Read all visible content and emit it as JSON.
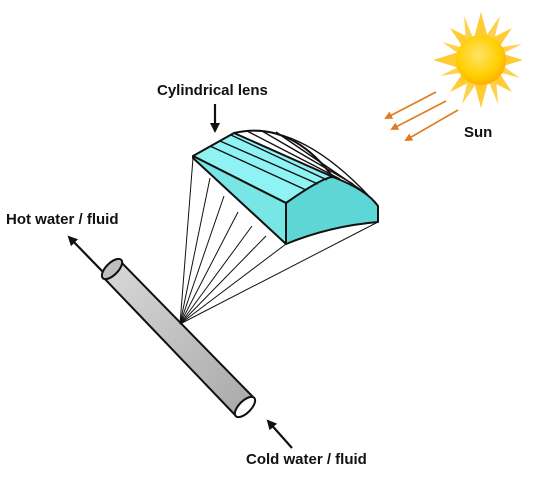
{
  "labels": {
    "lens": "Cylindrical lens",
    "sun": "Sun",
    "hot": "Hot water / fluid",
    "cold": "Cold water / fluid"
  },
  "colors": {
    "lens_fill": "#8ff3f3",
    "lens_stroke": "#111111",
    "pipe_fill": "#bdbdbd",
    "sun_core": "#ffd600",
    "sun_rays": "#ffcc33",
    "sun_beams": "#e07a1f"
  },
  "icons": {
    "sun": "sun-icon",
    "lens": "cylindrical-lens-icon",
    "pipe": "pipe-icon"
  }
}
